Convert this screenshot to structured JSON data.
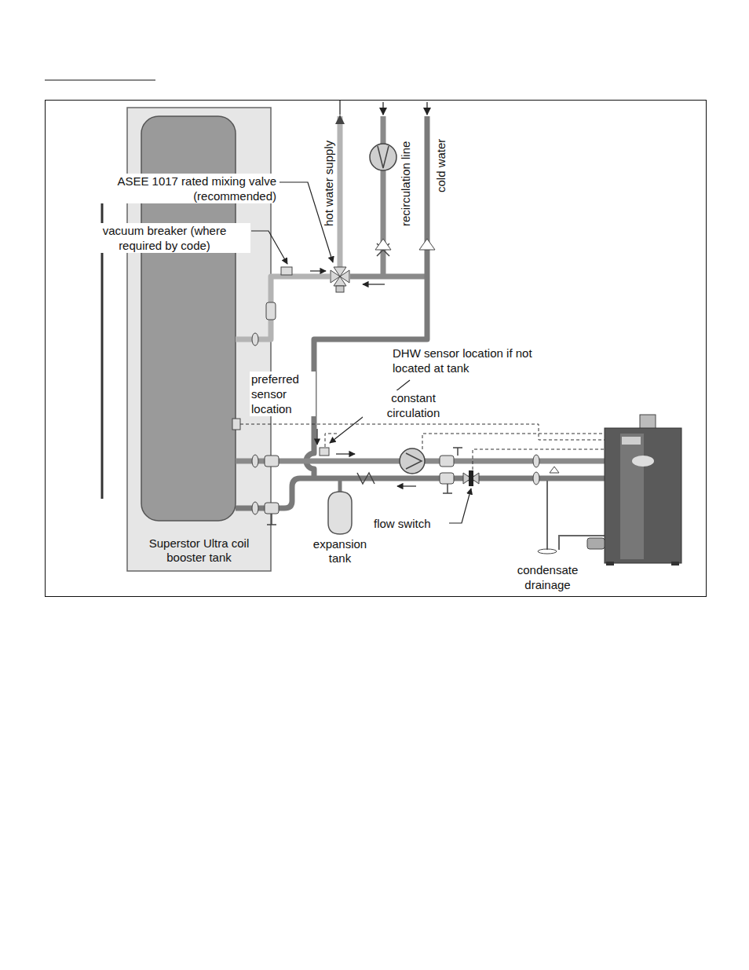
{
  "diagram": {
    "nodes": [
      {
        "text": [
          "Superstor Ultra coil booster tank"
        ]
      },
      {
        "text": [
          "expansion tank"
        ]
      }
    ],
    "labels": [
      "hot water supply",
      "recirculation line",
      "cold water",
      "ASEE 1017 rated mixing valve (recommended)",
      "vacuum breaker (where required by code)",
      "preferred sensor location",
      "DHW sensor location if not located at tank",
      "constant circulation",
      "flow switch",
      "condensate drainage"
    ]
  }
}
